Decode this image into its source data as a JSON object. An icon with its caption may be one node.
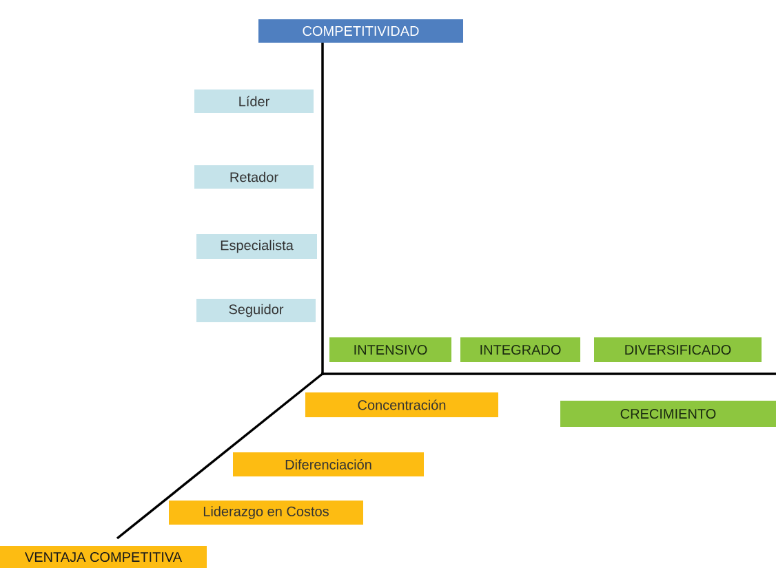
{
  "diagram": {
    "nodes": [
      {
        "text": [
          "COMPETITIVIDAD"
        ]
      },
      {
        "text": [
          "Líder"
        ]
      },
      {
        "text": [
          "Retador"
        ]
      },
      {
        "text": [
          "Especialista"
        ]
      },
      {
        "text": [
          "Seguidor"
        ]
      },
      {
        "text": [
          "INTENSIVO"
        ]
      },
      {
        "text": [
          "INTEGRADO"
        ]
      },
      {
        "text": [
          "DIVERSIFICADO"
        ]
      },
      {
        "text": [
          "Concentración"
        ]
      },
      {
        "text": [
          "CRECIMIENTO"
        ]
      },
      {
        "text": [
          "Diferenciación"
        ]
      },
      {
        "text": [
          "Liderazgo en Costos"
        ]
      },
      {
        "text": [
          "VENTAJA COMPETITIVA"
        ]
      }
    ]
  }
}
